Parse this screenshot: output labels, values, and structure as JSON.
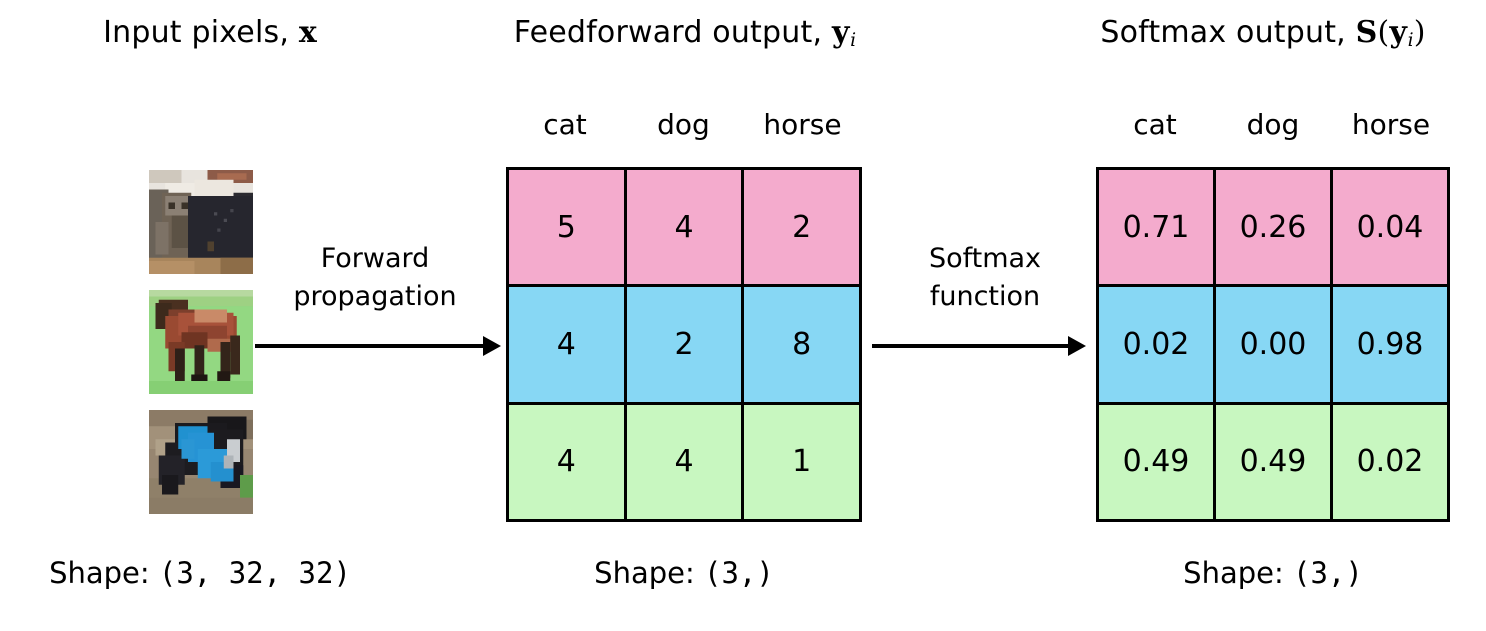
{
  "figure": {
    "background_color": "#ffffff",
    "columns": [
      {
        "id": "input",
        "title_plain": "Input pixels, x",
        "title_main": "Input pixels,",
        "title_symbol": "x",
        "shape_label": "Shape:",
        "shape_value": "(3, 32, 32)"
      },
      {
        "id": "feedforward",
        "title_plain": "Feedforward output, y_i",
        "title_main": "Feedforward output,",
        "title_symbol": "y",
        "title_subscript": "i",
        "shape_label": "Shape:",
        "shape_value": "(3,)"
      },
      {
        "id": "softmax",
        "title_plain": "Softmax output, S(y_i)",
        "title_main": "Softmax output,",
        "title_symbol_fn": "S",
        "title_open_paren": "(",
        "title_symbol": "y",
        "title_subscript": "i",
        "title_close_paren": ")",
        "shape_label": "Shape:",
        "shape_value": "(3,)"
      }
    ],
    "thumbnails": [
      {
        "name": "cat-thumbnail",
        "alt": "cat"
      },
      {
        "name": "horse-thumbnail",
        "alt": "horse"
      },
      {
        "name": "dog-thumbnail",
        "alt": "dog"
      }
    ],
    "arrows": [
      {
        "id": "forward",
        "label_line1": "Forward",
        "label_line2": "propagation"
      },
      {
        "id": "softmax",
        "label_line1": "Softmax",
        "label_line2": "function"
      }
    ],
    "row_colors": [
      "#f4abcd",
      "#87d7f4",
      "#c8f7c0"
    ],
    "border_color": "#000000"
  },
  "chart_data": {
    "type": "table",
    "title": "Softmax transformation of feedforward logits",
    "columns": [
      "cat",
      "dog",
      "horse"
    ],
    "row_labels": [
      "cat-image",
      "horse-image",
      "dog-image"
    ],
    "row_colors": [
      "#f4abcd",
      "#87d7f4",
      "#c8f7c0"
    ],
    "tables": [
      {
        "name": "feedforward-output",
        "caption": "Feedforward output, y_i",
        "shape": "(3,)",
        "values": [
          [
            "5",
            "4",
            "2"
          ],
          [
            "4",
            "2",
            "8"
          ],
          [
            "4",
            "4",
            "1"
          ]
        ]
      },
      {
        "name": "softmax-output",
        "caption": "Softmax output, S(y_i)",
        "shape": "(3,)",
        "values": [
          [
            "0.71",
            "0.26",
            "0.04"
          ],
          [
            "0.02",
            "0.00",
            "0.98"
          ],
          [
            "0.49",
            "0.49",
            "0.02"
          ]
        ]
      }
    ]
  }
}
